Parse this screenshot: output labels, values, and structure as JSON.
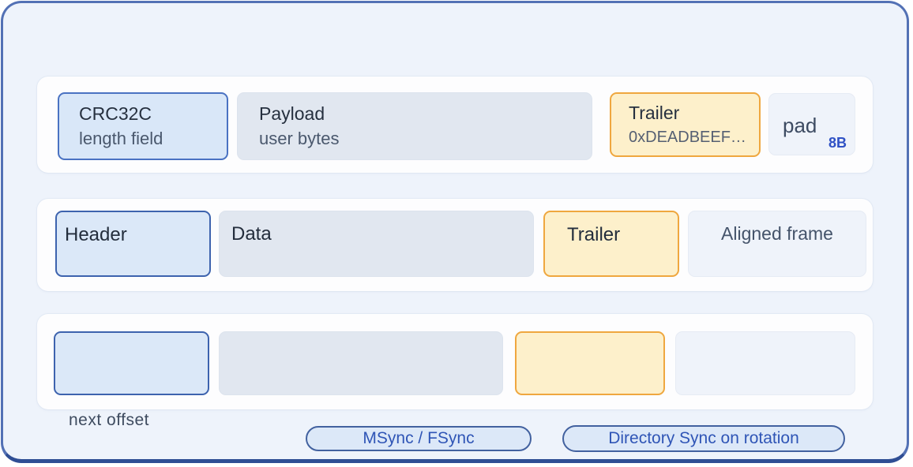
{
  "diagram": {
    "rows": [
      {
        "boxes": [
          {
            "line1": "CRC32C",
            "line2": "length field"
          },
          {
            "line1": "Payload",
            "line2": "user bytes"
          },
          {
            "line1": "Trailer",
            "line2": "0xDEADBEEF…"
          },
          {
            "line1": "pad",
            "badge": "8B"
          }
        ]
      },
      {
        "boxes": [
          {
            "label": "Header"
          },
          {
            "label": "Data"
          },
          {
            "label": "Trailer"
          },
          {
            "label": "Aligned frame"
          }
        ]
      },
      {
        "boxes": [
          {},
          {},
          {},
          {}
        ]
      }
    ],
    "footer": {
      "offset_label": "next offset",
      "pill_msync": "MSync / FSync",
      "pill_dirsync": "Directory Sync on rotation"
    }
  },
  "colors": {
    "canvas_fill": "#eef3fb",
    "canvas_border": "#5371b5",
    "canvas_border_bottom": "#2f4e94",
    "row_fill": "#fdfdfe",
    "blue_box_fill": "#d9e7f8",
    "blue_box_border": "#4a72c2",
    "gray_box_fill": "#e1e7f0",
    "yellow_box_fill": "#fdf0cb",
    "yellow_box_border": "#efa73f",
    "pale_box_fill": "#eff3fa",
    "primary_text": "#26303f",
    "secondary_text": "#4a586d",
    "pad_badge_text": "#2f51c5",
    "pill_fill": "#dce8f8",
    "pill_border": "#42619f",
    "pill_text": "#2f55b6"
  }
}
